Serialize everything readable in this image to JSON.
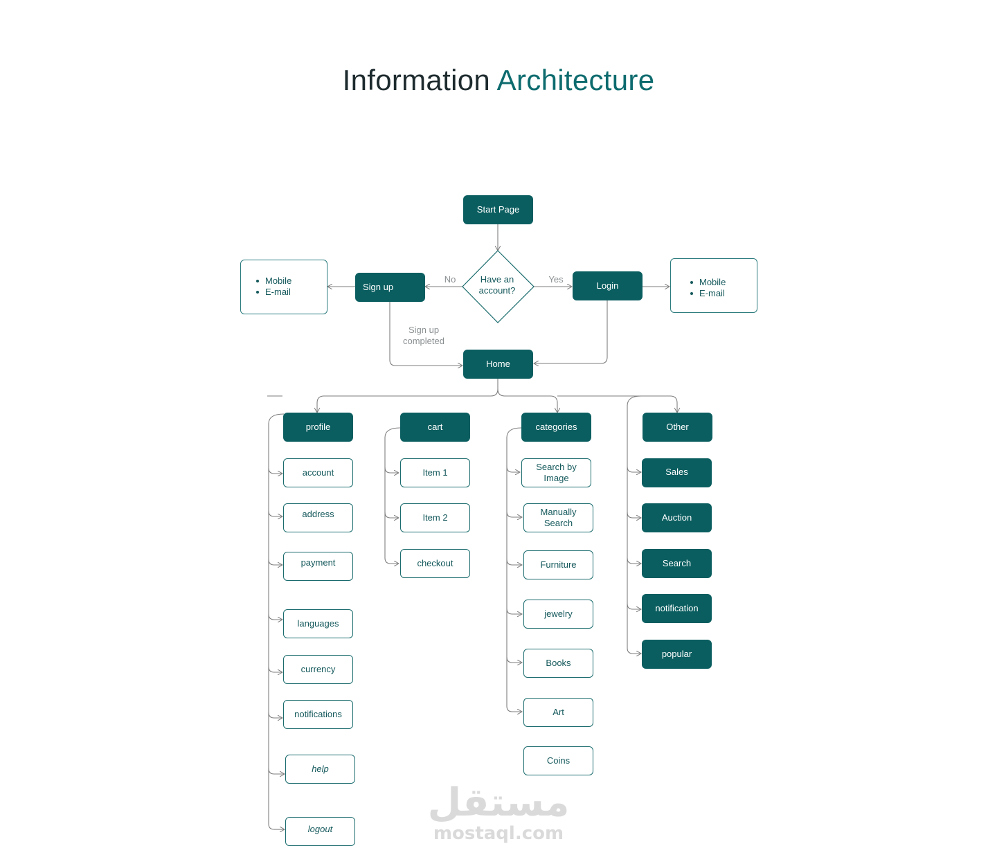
{
  "title": {
    "main": "Information",
    "accent": "Architecture"
  },
  "flow": {
    "start": "Start Page",
    "decision": "Have an account?",
    "decision_line1": "Have an",
    "decision_line2": "account?",
    "no_label": "No",
    "yes_label": "Yes",
    "signup": "Sign up",
    "login": "Login",
    "signup_completed_line1": "Sign up",
    "signup_completed_line2": "completed",
    "home": "Home",
    "signup_options": [
      "Mobile",
      "E-mail"
    ],
    "login_options": [
      "Mobile",
      "E-mail"
    ]
  },
  "profile": {
    "header": "profile",
    "items": [
      "account",
      "address",
      "payment",
      "languages",
      "currency",
      "notifications",
      "help",
      "logout"
    ]
  },
  "cart": {
    "header": "cart",
    "items": [
      "Item 1",
      "Item 2",
      "checkout"
    ]
  },
  "categories": {
    "header": "categories",
    "items": [
      "Search by Image",
      "Manually Search",
      "Furniture",
      "jewelry",
      "Books",
      "Art",
      "Coins"
    ],
    "search_by_image_line1": "Search by",
    "search_by_image_line2": "Image",
    "manually_search_line1": "Manually",
    "manually_search_line2": "Search"
  },
  "other": {
    "header": "Other",
    "items": [
      "Sales",
      "Auction",
      "Search",
      "notification",
      "popular"
    ]
  },
  "watermark": {
    "arabic": "مستقل",
    "latin": "mostaql.com"
  },
  "colors": {
    "primary": "#0b5e60",
    "accent_text": "#0d6b6e",
    "line": "#7d7d7d",
    "label": "#8a8f91"
  }
}
